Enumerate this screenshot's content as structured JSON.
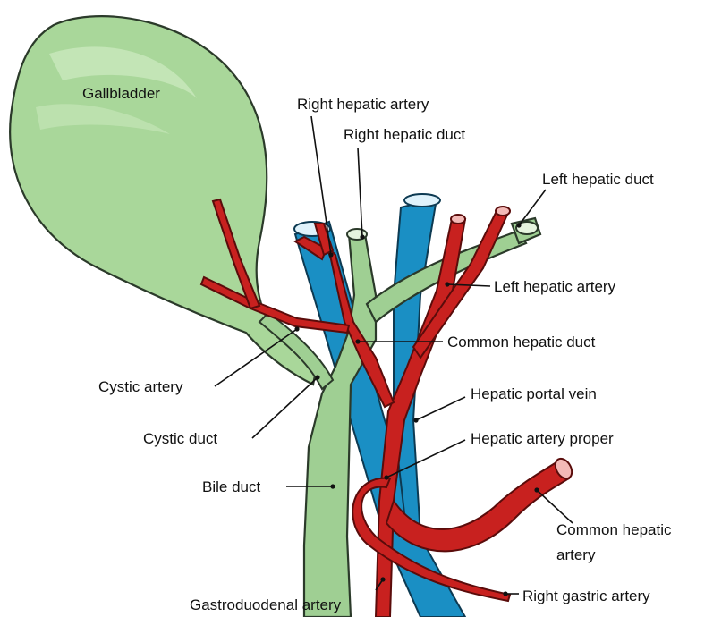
{
  "labels": {
    "gallbladder": "Gallbladder",
    "right_hepatic_artery": "Right hepatic artery",
    "right_hepatic_duct": "Right hepatic duct",
    "left_hepatic_duct": "Left hepatic duct",
    "left_hepatic_artery": "Left hepatic artery",
    "common_hepatic_duct": "Common hepatic duct",
    "cystic_artery": "Cystic artery",
    "hepatic_portal_vein": "Hepatic portal vein",
    "cystic_duct": "Cystic duct",
    "hepatic_artery_proper": "Hepatic artery proper",
    "bile_duct": "Bile duct",
    "common_hepatic_artery_line1": "Common hepatic",
    "common_hepatic_artery_line2": "artery",
    "gastroduodenal_artery": "Gastroduodenal artery",
    "right_gastric_artery": "Right gastric artery"
  },
  "colors": {
    "gallbladder_fill": "#a9d79a",
    "duct_fill": "#9fcf93",
    "artery_fill": "#c8211f",
    "vein_fill": "#1a8fc4",
    "outline": "#2b3a2a"
  }
}
